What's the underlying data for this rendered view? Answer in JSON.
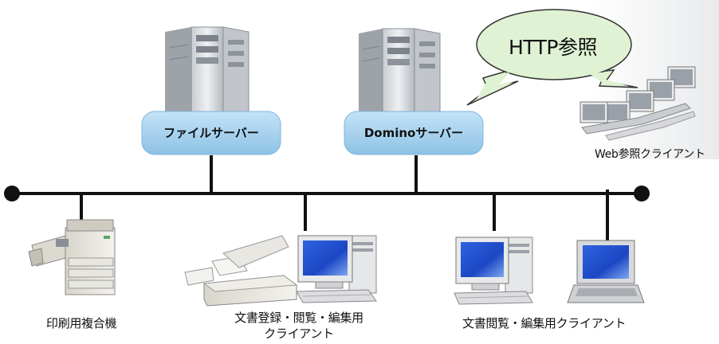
{
  "diagram": {
    "servers": [
      {
        "label": "ファイルサーバー"
      },
      {
        "label": "Dominoサーバー"
      }
    ],
    "bubble": {
      "text": "HTTP参照"
    },
    "clients": {
      "web": "Web参照クライアント",
      "printer": "印刷用複合機",
      "scan_client_line1": "文書登録・閲覧・編集用",
      "scan_client_line2": "クライアント",
      "edit_client": "文書閲覧・編集用クライアント"
    },
    "colors": {
      "server_box": "#a9d3ee",
      "bubble": "#dff2d3",
      "network_line": "#111111",
      "screen": "#1a48c8"
    }
  }
}
